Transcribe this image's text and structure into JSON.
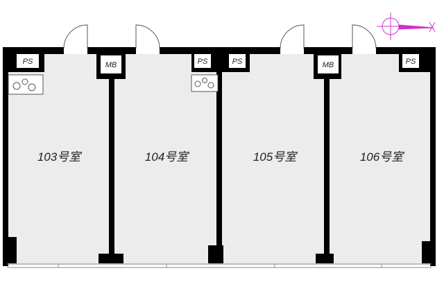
{
  "rooms": [
    {
      "label": "103号室"
    },
    {
      "label": "104号室"
    },
    {
      "label": "105号室"
    },
    {
      "label": "106号室"
    }
  ],
  "tags": {
    "ps": "PS",
    "mb": "MB"
  },
  "colors": {
    "wall": "#000000",
    "floor": "#ececec",
    "compass": "#cc33cc"
  },
  "icons": [
    "door-swing-icon",
    "stove-icon",
    "compass-icon"
  ]
}
